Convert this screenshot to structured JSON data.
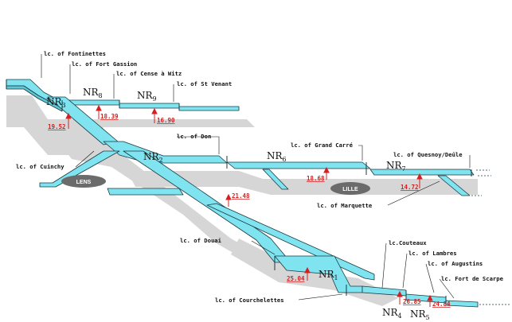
{
  "locks": {
    "fontinettes": "lc. of Fontinettes",
    "fort_gassion": "lc. of Fort Gassion",
    "cense_witz": "lc. of Cense à Witz",
    "st_venant": "lc. of St Venant",
    "don": "lc. of Don",
    "grand_carre": "lc. of Grand Carré",
    "quesnoy": "lc. of Quesnoy/Deûle",
    "cuinchy": "lc. of Cuinchy",
    "marquette": "lc. of Marquette",
    "douai": "lc. of Douai",
    "couteaux": "lc.Couteaux",
    "lambres": "lc. of Lambres",
    "augustins": "lc. of Augustins",
    "fort_scarpe": "lc. Fort de Scarpe",
    "courchelettes": "lc. of Courchelettes"
  },
  "reaches": {
    "nr1": {
      "base": "NR",
      "sub": "1"
    },
    "nr2": {
      "base": "NR",
      "sub": "2"
    },
    "nr3": {
      "base": "NR",
      "sub": "3"
    },
    "nr4": {
      "base": "NR",
      "sub": "4"
    },
    "nr5": {
      "base": "NR",
      "sub": "5"
    },
    "nr6": {
      "base": "NR",
      "sub": "6"
    },
    "nr7": {
      "base": "NR",
      "sub": "7"
    },
    "nr8": {
      "base": "NR",
      "sub": "8"
    },
    "nr9": {
      "base": "NR",
      "sub": "9"
    }
  },
  "elevations": {
    "nr3": "19.52",
    "nr8": "18.39",
    "nr9": "16.90",
    "nr6": "18.68",
    "nr7": "14.72",
    "nr2": "21.48",
    "nr1": "25.04",
    "nr4": "26.85",
    "nr5": "24.84"
  },
  "cities": {
    "lens": "LENS",
    "lille": "LILLE"
  },
  "colors": {
    "water": "#7fe3f0",
    "water_edge": "#1a3a40",
    "shadow": "#d2d2d2",
    "elevation": "#d42020"
  }
}
